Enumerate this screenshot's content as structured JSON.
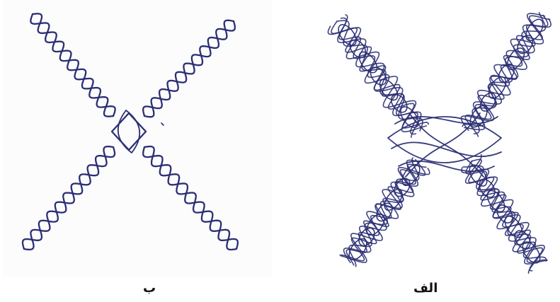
{
  "figure": {
    "panels": [
      {
        "id": "b",
        "label": "ب",
        "content": "two-strand-chromosome-cross"
      },
      {
        "id": "alef",
        "label": "الف",
        "content": "multi-strand-chromosome-cross"
      }
    ],
    "colors": {
      "strand": "#2b2f73",
      "background": "#ffffff"
    }
  }
}
